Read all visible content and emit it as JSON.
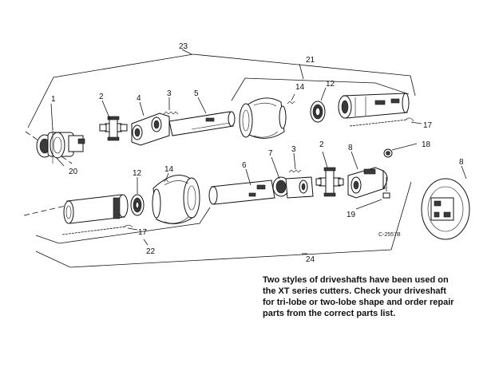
{
  "callouts": [
    {
      "id": "p23",
      "label": "23"
    },
    {
      "id": "p21",
      "label": "21"
    },
    {
      "id": "p1",
      "label": "1"
    },
    {
      "id": "p2a",
      "label": "2"
    },
    {
      "id": "p4",
      "label": "4"
    },
    {
      "id": "p3a",
      "label": "3"
    },
    {
      "id": "p5",
      "label": "5"
    },
    {
      "id": "p14a",
      "label": "14"
    },
    {
      "id": "p12a",
      "label": "12"
    },
    {
      "id": "p17a",
      "label": "17"
    },
    {
      "id": "p20",
      "label": "20"
    },
    {
      "id": "p18",
      "label": "18"
    },
    {
      "id": "p8a",
      "label": "8"
    },
    {
      "id": "p2b",
      "label": "2"
    },
    {
      "id": "p3b",
      "label": "3"
    },
    {
      "id": "p7",
      "label": "7"
    },
    {
      "id": "p6",
      "label": "6"
    },
    {
      "id": "p14b",
      "label": "14"
    },
    {
      "id": "p12b",
      "label": "12"
    },
    {
      "id": "p8b",
      "label": "8"
    },
    {
      "id": "p19",
      "label": "19"
    },
    {
      "id": "p17b",
      "label": "17"
    },
    {
      "id": "p22",
      "label": "22"
    },
    {
      "id": "p24",
      "label": "24"
    }
  ],
  "figure_code": "C-2557B",
  "note_lines": [
    "Two styles of driveshafts have been used on",
    "the XT series cutters. Check your driveshaft",
    "for tri-lobe or two-lobe  shape and order repair",
    "parts from the correct parts list."
  ]
}
